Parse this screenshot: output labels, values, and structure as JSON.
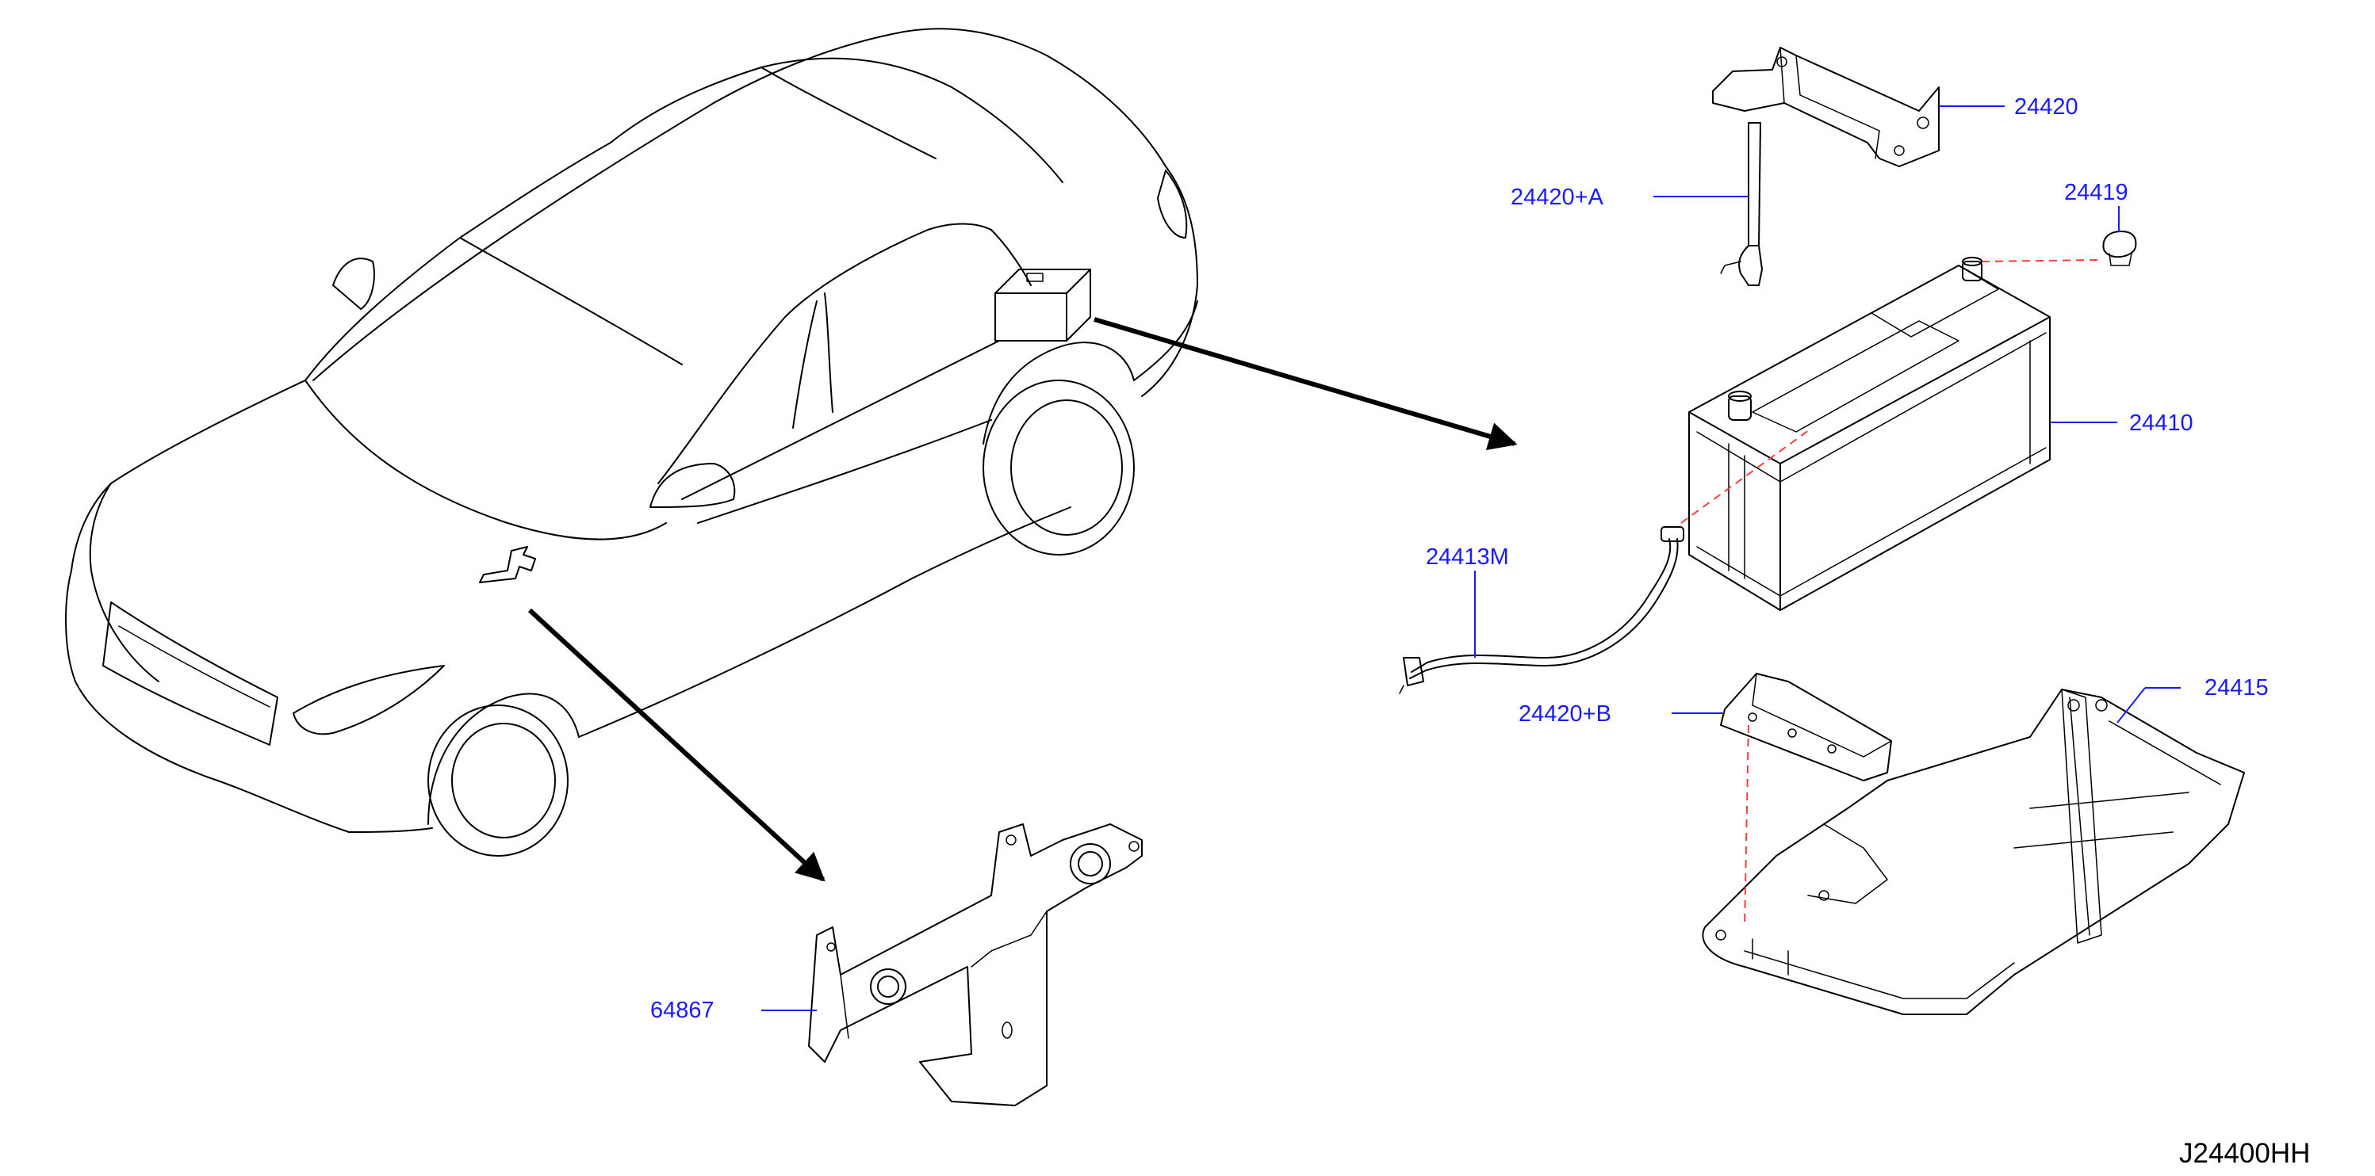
{
  "colors": {
    "line": "#000000",
    "callout": "#1a1aff",
    "dashed": "#ff3b3b",
    "background": "#ffffff"
  },
  "callouts": {
    "p24420": "24420",
    "p24420A": "24420+A",
    "p24419": "24419",
    "p24410": "24410",
    "p24413M": "24413M",
    "p24420B": "24420+B",
    "p24415": "24415",
    "p64867": "64867"
  },
  "diagram_id": "J24400HH"
}
